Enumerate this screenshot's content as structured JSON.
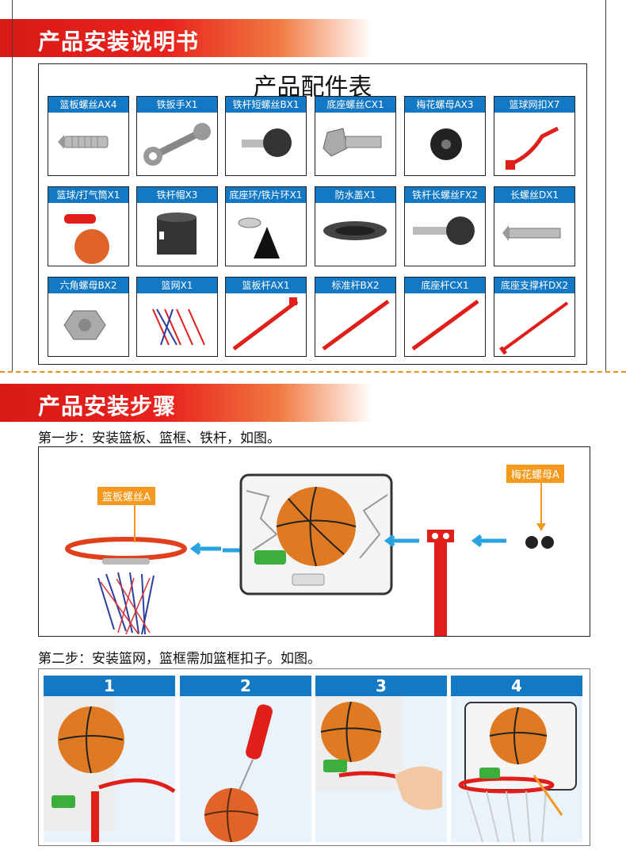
{
  "section1": {
    "title": "产品安装说明书"
  },
  "parts_table": {
    "title": "产品配件表",
    "rows": [
      [
        {
          "label": "篮板螺丝AX4",
          "icon": "bolt-icon"
        },
        {
          "label": "铁扳手X1",
          "icon": "wrench-icon"
        },
        {
          "label": "铁杆短螺丝BX1",
          "icon": "knob-screw-icon"
        },
        {
          "label": "底座螺丝CX1",
          "icon": "hex-bolt-icon"
        },
        {
          "label": "梅花螺母AX3",
          "icon": "star-nut-icon"
        },
        {
          "label": "篮球网扣X7",
          "icon": "net-hook-icon"
        }
      ],
      [
        {
          "label": "篮球/打气筒X1",
          "icon": "ball-pump-icon"
        },
        {
          "label": "铁杆帽X3",
          "icon": "pole-cap-icon"
        },
        {
          "label": "底座环/铁片环X1",
          "icon": "base-ring-icon"
        },
        {
          "label": "防水盖X1",
          "icon": "water-cap-icon"
        },
        {
          "label": "铁杆长螺丝FX2",
          "icon": "long-knob-screw-icon"
        },
        {
          "label": "长螺丝DX1",
          "icon": "long-bolt-icon"
        }
      ],
      [
        {
          "label": "六角螺母BX2",
          "icon": "hex-nut-icon"
        },
        {
          "label": "篮网X1",
          "icon": "net-icon"
        },
        {
          "label": "篮板杆AX1",
          "icon": "backboard-pole-icon"
        },
        {
          "label": "标准杆BX2",
          "icon": "standard-pole-icon"
        },
        {
          "label": "底座杆CX1",
          "icon": "base-pole-icon"
        },
        {
          "label": "底座支撑杆DX2",
          "icon": "support-pole-icon"
        }
      ]
    ]
  },
  "section2": {
    "title": "产品安装步骤"
  },
  "step1": {
    "text": "第一步：安装篮板、篮框、铁杆，如图。",
    "callout_left": "篮板螺丝A",
    "callout_right": "梅花螺母A"
  },
  "step2": {
    "text": "第二步：安装篮网，篮框需加篮框扣子。如图。",
    "panels": [
      "1",
      "2",
      "3",
      "4"
    ]
  },
  "colors": {
    "red": "#e01e1a",
    "blue": "#1479c5",
    "orange": "#f39a1e"
  }
}
